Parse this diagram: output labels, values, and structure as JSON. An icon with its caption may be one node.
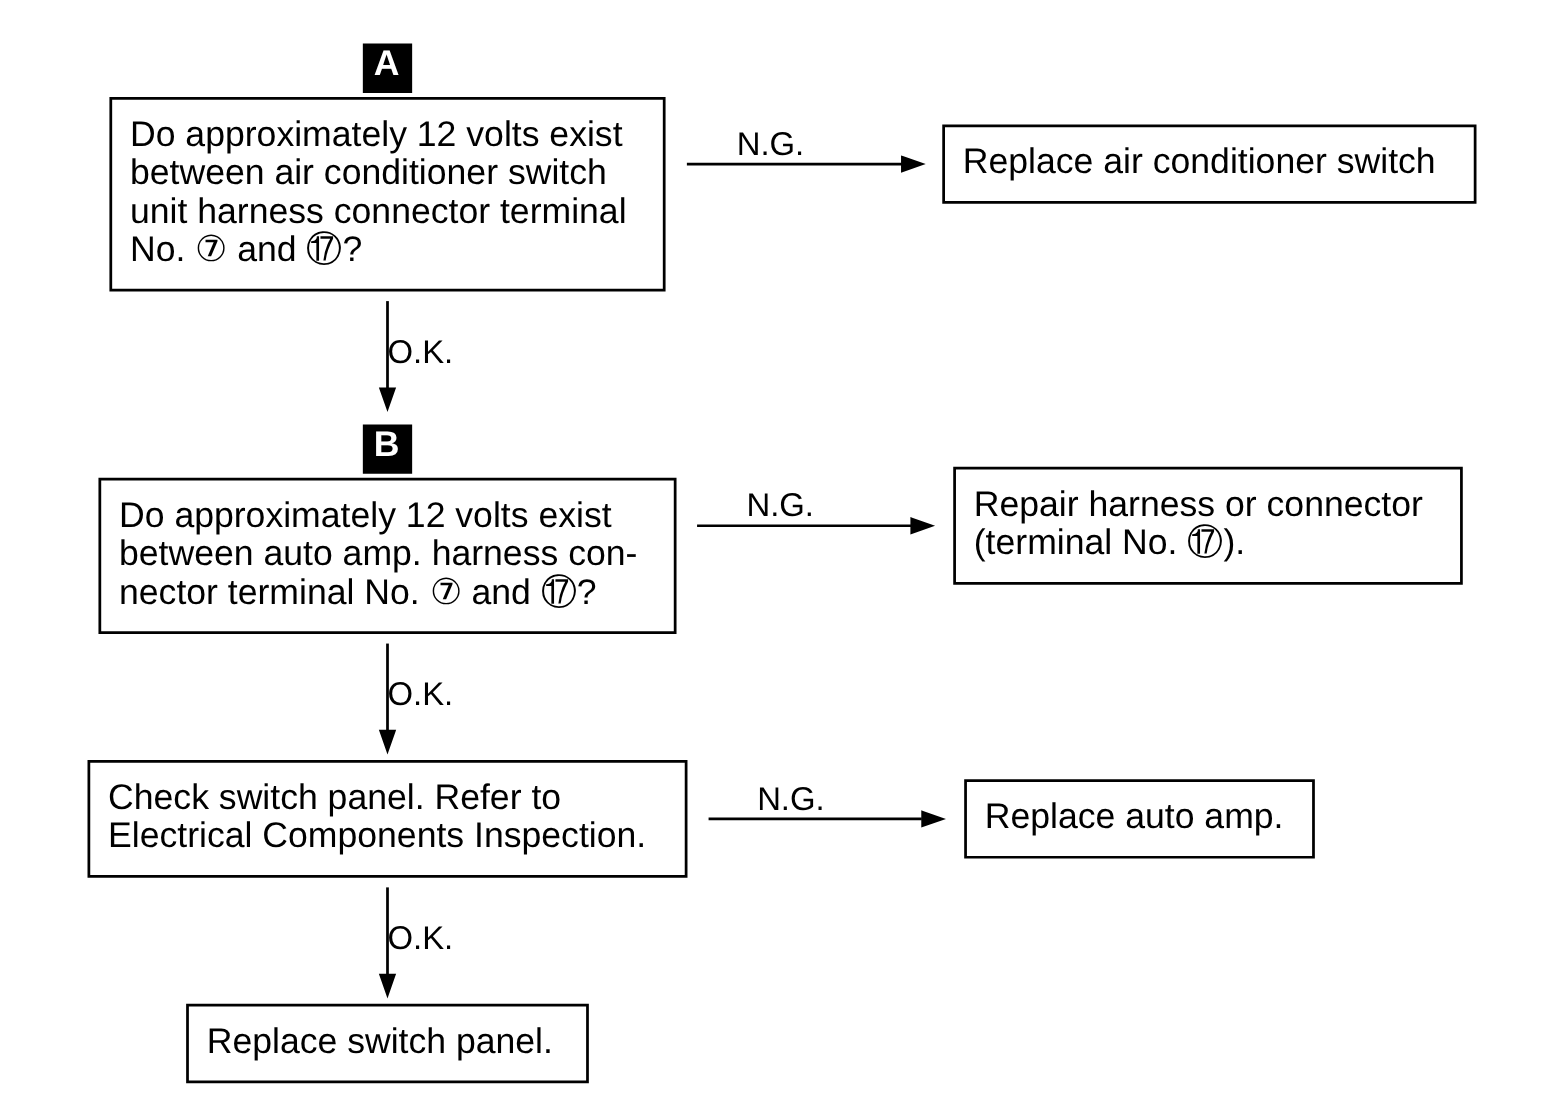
{
  "diagram": {
    "nodes": [
      {
        "text": [
          "Do approximately 12 volts exist between air conditioner switch unit harness connector terminal No. ⑦ and ⑰?"
        ],
        "beside": [
          "A"
        ]
      },
      {
        "text": [
          "Replace air conditioner switch"
        ]
      },
      {
        "text": [
          "Do approximately 12 volts exist between auto amp. harness con- nector terminal No. ⑦ and ⑰?"
        ],
        "beside": [
          "B"
        ]
      },
      {
        "text": [
          "Repair harness or connector (terminal No. ⑰)."
        ]
      },
      {
        "text": [
          "Check switch panel. Refer to Electrical Components Inspection."
        ]
      },
      {
        "text": [
          "Replace auto amp."
        ]
      },
      {
        "text": [
          "Replace switch panel."
        ]
      }
    ],
    "edges": [
      {
        "from": 0,
        "to": 1,
        "arrow": "to",
        "label": "N.G."
      },
      {
        "from": 0,
        "to": 2,
        "arrow": "to",
        "label": "O.K."
      },
      {
        "from": 2,
        "to": 3,
        "arrow": "to",
        "label": "N.G."
      },
      {
        "from": 2,
        "to": 4,
        "arrow": "to",
        "label": "O.K."
      },
      {
        "from": 4,
        "to": 5,
        "arrow": "to",
        "label": "N.G."
      },
      {
        "from": 4,
        "to": 6,
        "arrow": "to",
        "label": "O.K."
      }
    ]
  }
}
